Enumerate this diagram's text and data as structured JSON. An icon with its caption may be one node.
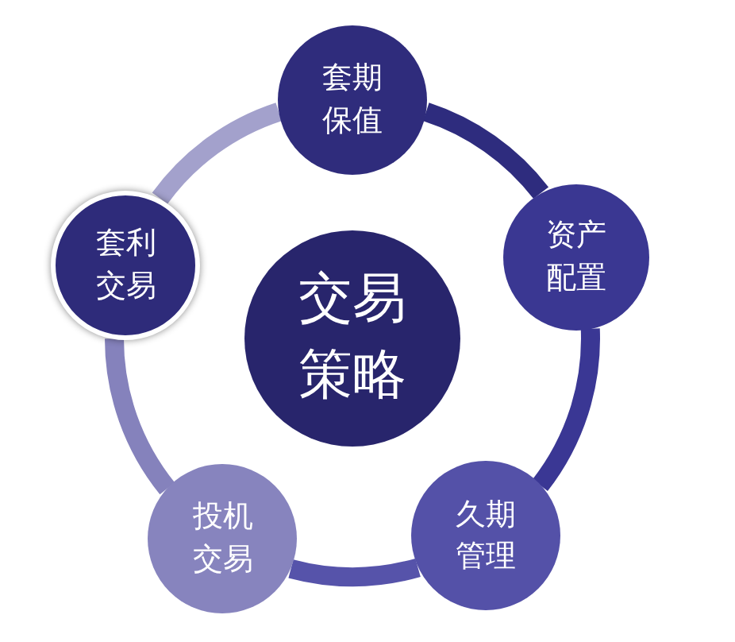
{
  "diagram": {
    "nodes": [
      {
        "text": [
          "交易策略"
        ]
      },
      {
        "text": [
          "套期保值"
        ]
      },
      {
        "text": [
          "资产配置"
        ]
      },
      {
        "text": [
          "久期管理"
        ]
      },
      {
        "text": [
          "投机交易"
        ]
      },
      {
        "text": [
          "套利交易"
        ]
      }
    ],
    "edges": [
      {
        "from": 1,
        "to": 2,
        "arrow": "none",
        "color": "#2e2c7e"
      },
      {
        "from": 2,
        "to": 3,
        "arrow": "none",
        "color": "#3a3794"
      },
      {
        "from": 3,
        "to": 4,
        "arrow": "none",
        "color": "#5653aa"
      },
      {
        "from": 4,
        "to": 5,
        "arrow": "none",
        "color": "#8582bc"
      },
      {
        "from": 5,
        "to": 1,
        "arrow": "none",
        "color": "#a3a1cc"
      }
    ]
  }
}
